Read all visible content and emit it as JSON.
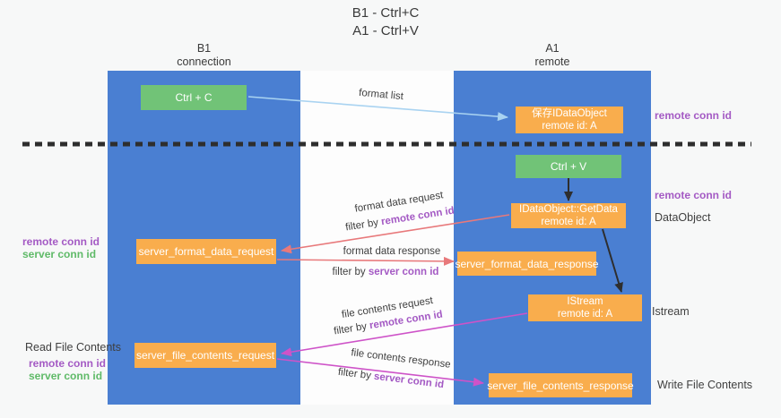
{
  "colors": {
    "lane-blue": "#4a7fd2",
    "box-orange": "#f9ad4d",
    "box-green": "#71c377",
    "purple": "#a45ac4",
    "green-text": "#5fba68",
    "salmon": "#e8797b",
    "magenta": "#ce53c8",
    "light-blue": "#a9d3f1",
    "ink": "#3d3d3d"
  },
  "title": {
    "line1": "B1 - Ctrl+C",
    "line2": "A1 - Ctrl+V"
  },
  "lanes": {
    "left": {
      "name": "B1",
      "role": "connection"
    },
    "right": {
      "name": "A1",
      "role": "remote"
    }
  },
  "boxes": {
    "ctrl_c": {
      "label": "Ctrl + C"
    },
    "ctrl_v": {
      "label": "Ctrl + V"
    },
    "save_dataobject": {
      "line1": "保存IDataObject",
      "line2": "remote id: A"
    },
    "getdata": {
      "line1": "IDataObject::GetData",
      "line2": "remote id: A"
    },
    "istream": {
      "line1": "IStream",
      "line2": "remote id: A"
    },
    "format_request": {
      "label": "server_format_data_request"
    },
    "format_response": {
      "label": "server_format_data_response"
    },
    "file_request": {
      "label": "server_file_contents_request"
    },
    "file_response": {
      "label": "server_file_contents_response"
    }
  },
  "arrow_labels": {
    "format_list": "format list",
    "format_data_request": "format data request",
    "format_data_response": "format data response",
    "file_contents_request": "file contents request",
    "file_contents_response": "file contents response",
    "filter_prefix": "filter by ",
    "remote_conn_id": "remote conn id",
    "server_conn_id": "server conn id"
  },
  "annotations": {
    "left": {
      "remote_conn_id_1": "remote conn id",
      "server_conn_id_1": "server conn id",
      "read_file_contents": "Read File Contents",
      "remote_conn_id_2": "remote conn id",
      "server_conn_id_2": "server conn id"
    },
    "right": {
      "remote_conn_id_1": "remote conn id",
      "remote_conn_id_2": "remote conn id",
      "dataobject": "DataObject",
      "istream": "Istream",
      "write_file_contents": "Write File Contents"
    }
  }
}
